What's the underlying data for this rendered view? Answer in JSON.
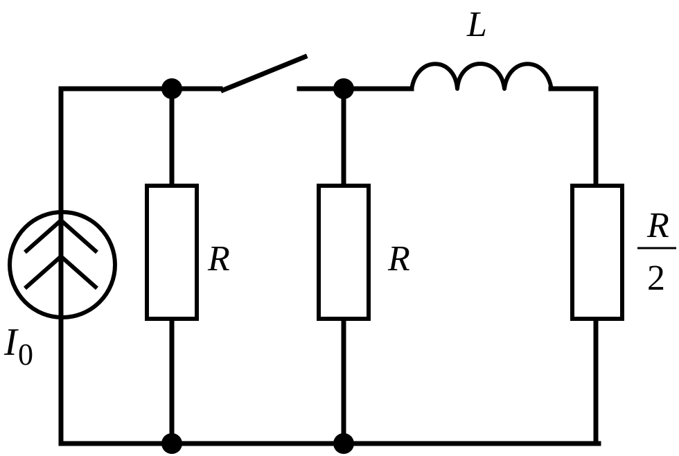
{
  "labels": {
    "source": "I",
    "source_sub": "0",
    "inductor": "L",
    "resistor_1": "R",
    "resistor_2": "R",
    "resistor_3_num": "R",
    "resistor_3_den": "2"
  },
  "colors": {
    "ink": "#000000",
    "background": "#ffffff"
  }
}
